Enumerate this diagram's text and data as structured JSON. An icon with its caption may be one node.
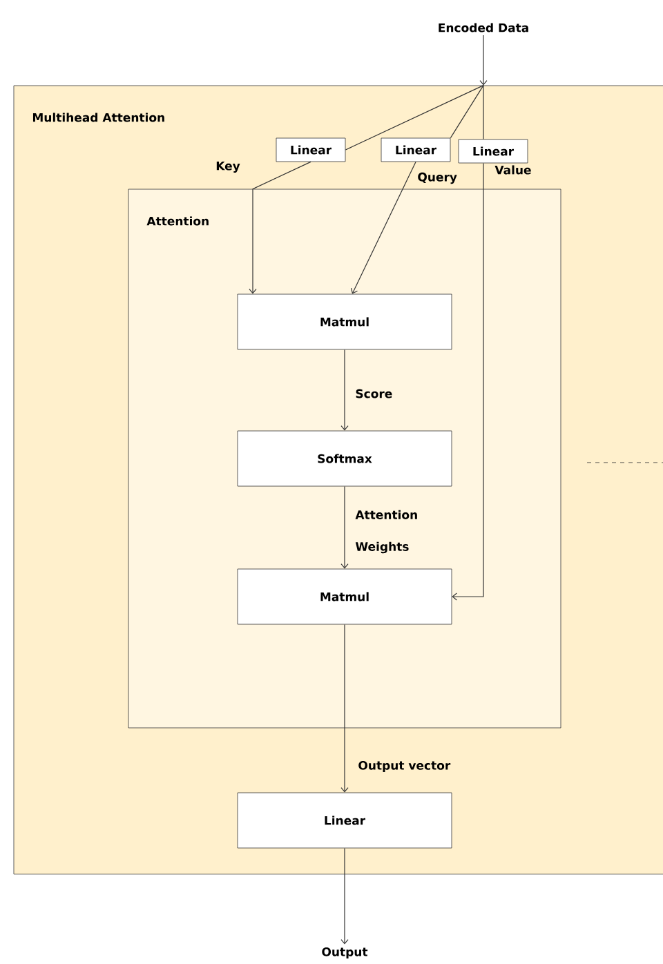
{
  "diagram": {
    "nodes": [
      {
        "text": [
          "Encoded Data"
        ]
      },
      {
        "text": [
          "Multihead Attention"
        ]
      },
      {
        "text": [
          "Attention"
        ],
        "in": 1
      },
      {
        "text": [
          "Linear"
        ],
        "in": 1
      },
      {
        "text": [
          "Linear"
        ],
        "in": 1
      },
      {
        "text": [
          "Linear"
        ],
        "in": 1
      },
      {
        "text": [
          "Matmul"
        ],
        "in": 2
      },
      {
        "text": [
          "Softmax"
        ],
        "in": 2
      },
      {
        "text": [
          "Matmul"
        ],
        "in": 2
      },
      {
        "text": [
          "Linear"
        ],
        "in": 1
      },
      {
        "text": [
          "Output"
        ]
      }
    ],
    "edges": [
      {
        "from": 0,
        "to": 1,
        "arrow": "to"
      },
      {
        "from": 1,
        "to": 3,
        "arrow": "none"
      },
      {
        "from": 1,
        "to": 4,
        "arrow": "none"
      },
      {
        "from": 1,
        "to": 5,
        "arrow": "none"
      },
      {
        "from": 3,
        "to": 6,
        "arrow": "to",
        "label": "Key"
      },
      {
        "from": 4,
        "to": 6,
        "arrow": "to",
        "label": "Query"
      },
      {
        "from": 5,
        "to": 8,
        "arrow": "to",
        "label": "Value"
      },
      {
        "from": 6,
        "to": 7,
        "arrow": "to",
        "label": "Score"
      },
      {
        "from": 7,
        "to": 8,
        "arrow": "to",
        "label": "Attention Weights"
      },
      {
        "from": 8,
        "to": 9,
        "arrow": "to",
        "label": "Output vector"
      },
      {
        "from": 9,
        "to": 10,
        "arrow": "to"
      }
    ]
  }
}
